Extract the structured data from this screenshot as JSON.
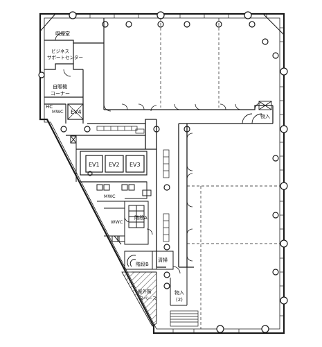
{
  "labels": {
    "smoking_room": "喫煙室",
    "business_line1": "ビジネス",
    "business_line2": "サポートセンター",
    "vending_line1": "自販機",
    "vending_line2": "コーナー",
    "hc": "HC",
    "mwc_hc": "MWC",
    "ev4": "EV4",
    "ev1": "EV1",
    "ev2": "EV2",
    "ev3": "EV3",
    "mwc": "MWC",
    "wwc": "WWC",
    "stair_a": "階段A",
    "stair_b": "階段B",
    "cleaning": "清掃",
    "storage1": "物入",
    "storage2_line1": "物入",
    "storage2_line2": "(2)",
    "outdoor_stair_line1": "屋外階",
    "outdoor_stair_line2": "スペース"
  },
  "colors": {
    "line": "#1a1a1a",
    "hatch": "#555555"
  }
}
